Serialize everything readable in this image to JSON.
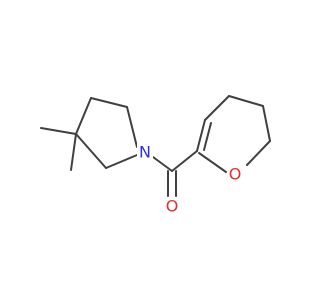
{
  "molecule": {
    "atoms": {
      "nitrogen": {
        "symbol": "N",
        "color": "#2f2fdc"
      },
      "ring_oxygen": {
        "symbol": "O",
        "color": "#e03030"
      },
      "carbonyl_oxygen": {
        "symbol": "O",
        "color": "#e03030"
      }
    },
    "bond_color": "#404040",
    "background": "#ffffff"
  }
}
